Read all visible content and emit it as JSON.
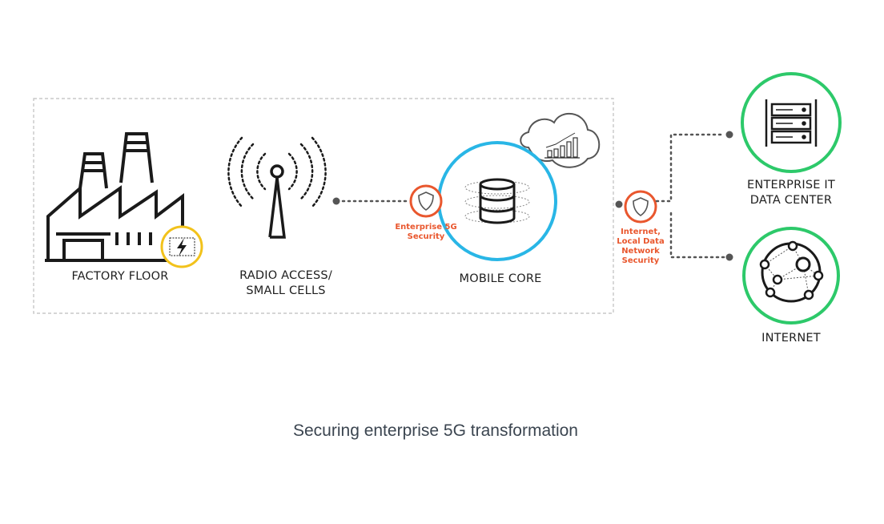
{
  "nodes": {
    "factory_floor": "FACTORY FLOOR",
    "radio_access_line1": "RADIO ACCESS/",
    "radio_access_line2": "SMALL CELLS",
    "mobile_core": "MOBILE CORE",
    "enterprise_it_line1": "ENTERPRISE IT",
    "enterprise_it_line2": "DATA CENTER",
    "internet": "INTERNET"
  },
  "security": {
    "enterprise_5g_line1": "Enterprise 5G",
    "enterprise_5g_line2": "Security",
    "internet_line1": "Internet,",
    "internet_line2": "Local Data",
    "internet_line3": "Network",
    "internet_line4": "Security"
  },
  "caption": "Securing enterprise 5G transformation",
  "colors": {
    "accent_orange": "#e9572e",
    "core_blue": "#29b6e6",
    "green_ring": "#2dc96a",
    "yellow_ring": "#f2c21b",
    "icon_dark": "#1a1a1a",
    "dashed_border": "#bdbdbd"
  }
}
